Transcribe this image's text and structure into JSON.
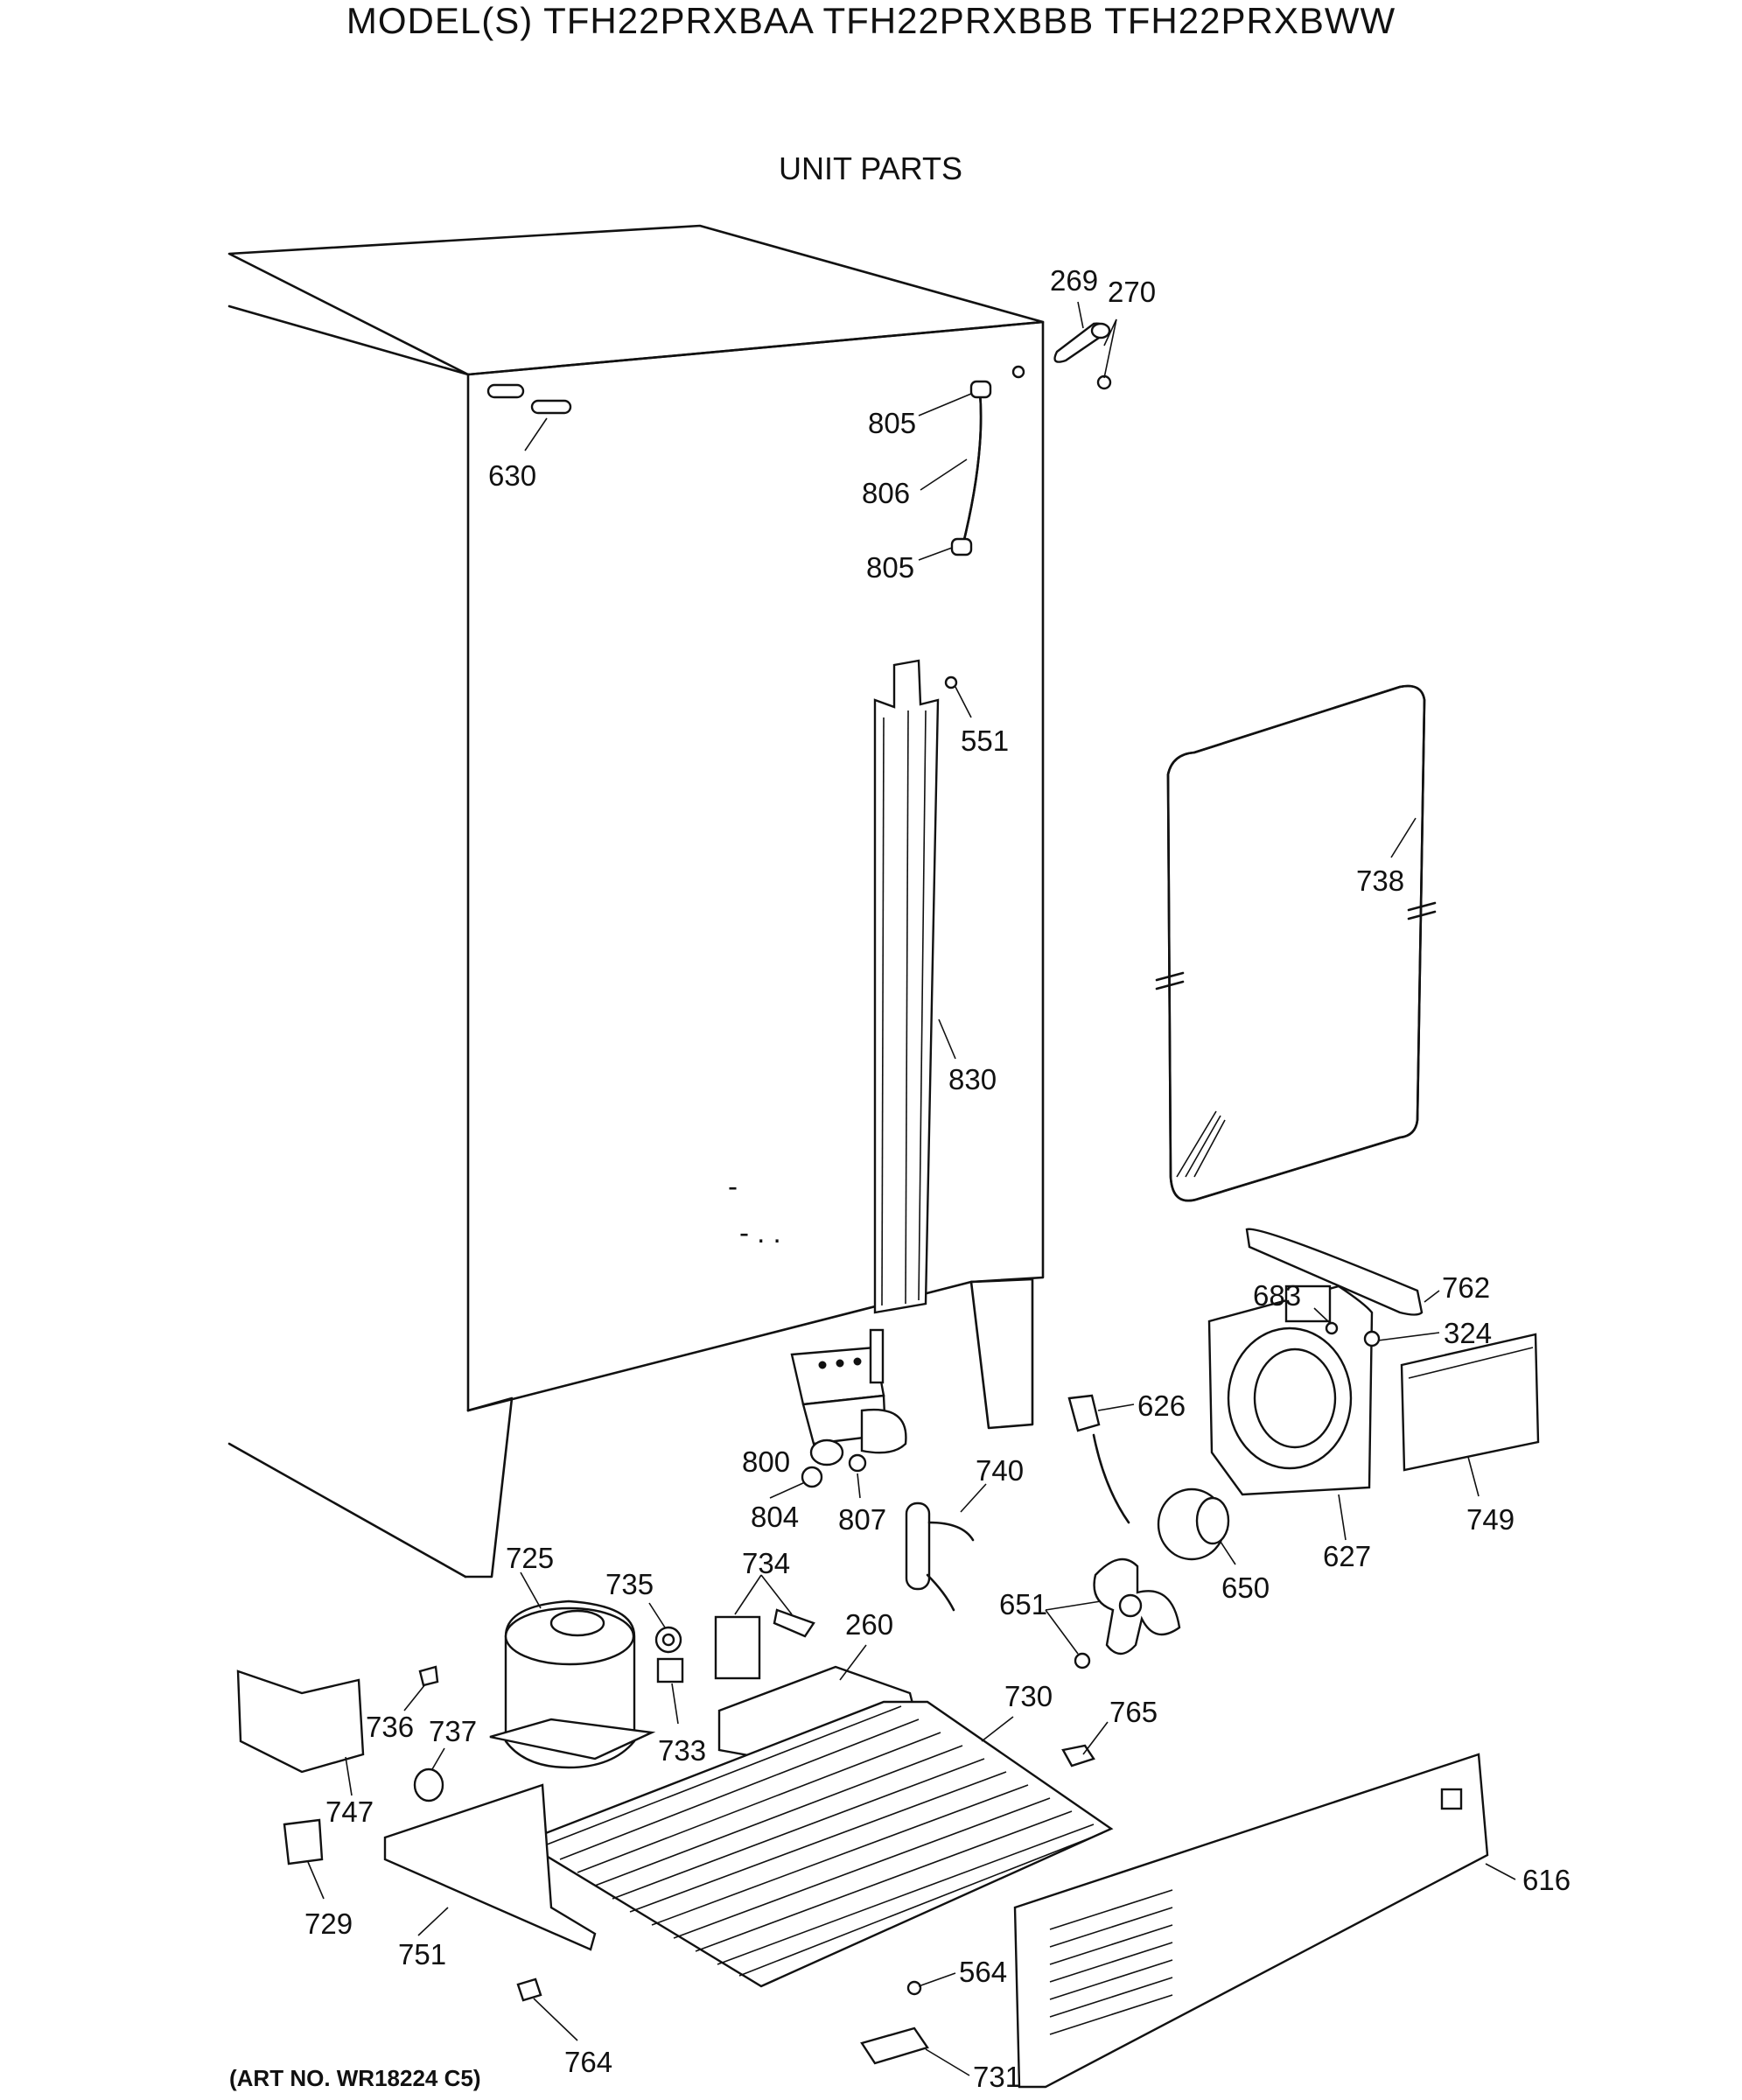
{
  "header": {
    "title": "MODEL(S) TFH22PRXBAA  TFH22PRXBBB  TFH22PRXBWW",
    "subtitle": "UNIT PARTS"
  },
  "footer": {
    "art_number": "(ART NO. WR18224 C5)"
  },
  "part_callouts": {
    "p269": "269",
    "p270": "270",
    "p630": "630",
    "p805a": "805",
    "p806": "806",
    "p805b": "805",
    "p551": "551",
    "p738": "738",
    "p830": "830",
    "p762": "762",
    "p683": "683",
    "p324": "324",
    "p626": "626",
    "p800": "800",
    "p740": "740",
    "p749": "749",
    "p804": "804",
    "p807": "807",
    "p627": "627",
    "p650": "650",
    "p725": "725",
    "p735": "735",
    "p734": "734",
    "p651": "651",
    "p260": "260",
    "p730": "730",
    "p765": "765",
    "p736": "736",
    "p737": "737",
    "p733": "733",
    "p747": "747",
    "p616": "616",
    "p729": "729",
    "p751": "751",
    "p564": "564",
    "p731": "731",
    "p764": "764"
  }
}
